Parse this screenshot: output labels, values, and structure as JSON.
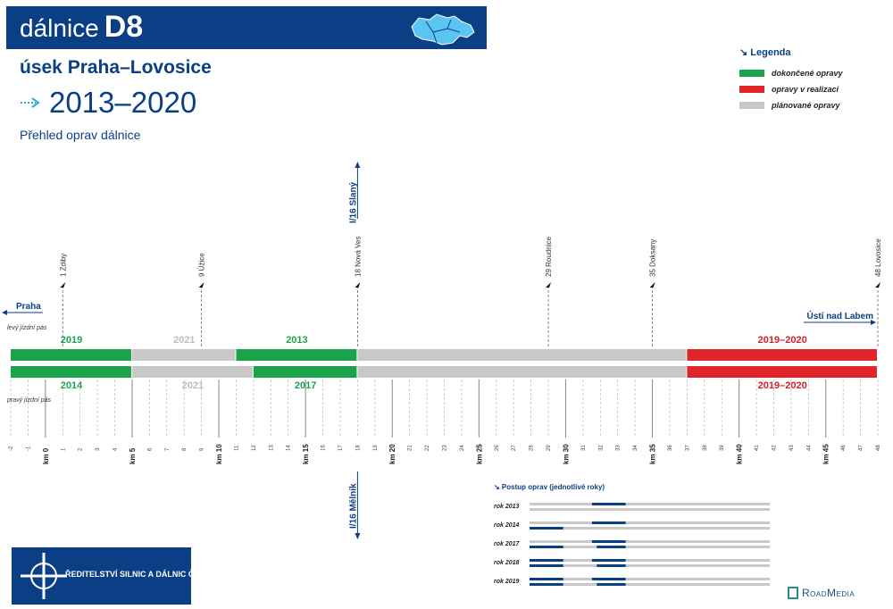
{
  "header": {
    "prefix": "dálnice",
    "road": "D8"
  },
  "subtitle": "úsek Praha–Lovosice",
  "years": "2013–2020",
  "overview": "Přehled oprav dálnice",
  "legend": {
    "title": "Legenda",
    "items": [
      {
        "label": "dokončené opravy",
        "color": "#1aa34a"
      },
      {
        "label": "opravy v realizaci",
        "color": "#e2242b"
      },
      {
        "label": "plánované opravy",
        "color": "#c8c8c8"
      }
    ]
  },
  "colors": {
    "done": "#1aa34a",
    "active": "#e2242b",
    "planned": "#c8c8c8",
    "blue": "#0a3e85"
  },
  "directions": {
    "left": "Praha",
    "right": "Ústí nad Labem",
    "up_road": "I/16 Slaný",
    "down_road": "I/16 Mělník"
  },
  "carriageways": {
    "left": "levý jízdní pás",
    "right": "pravý jízdní pás"
  },
  "chart_data": {
    "type": "timeline",
    "km_range": [
      -2,
      48
    ],
    "ticks": [
      -2,
      -1,
      0,
      1,
      2,
      3,
      4,
      5,
      6,
      7,
      8,
      9,
      10,
      11,
      12,
      13,
      14,
      15,
      16,
      17,
      18,
      19,
      20,
      21,
      22,
      23,
      24,
      25,
      26,
      27,
      28,
      29,
      30,
      31,
      32,
      33,
      34,
      35,
      36,
      37,
      38,
      39,
      40,
      41,
      42,
      43,
      44,
      45,
      46,
      47,
      48
    ],
    "major_ticks": [
      0,
      5,
      10,
      15,
      20,
      25,
      30,
      35,
      40,
      45
    ],
    "major_label_prefix": "km ",
    "exits": [
      {
        "km": 1,
        "label": "1  Zdiby"
      },
      {
        "km": 9,
        "label": "9  Úžice"
      },
      {
        "km": 18,
        "label": "18  Nová Ves"
      },
      {
        "km": 29,
        "label": "29  Roudnice"
      },
      {
        "km": 35,
        "label": "35  Doksany"
      },
      {
        "km": 48,
        "label": "48  Lovosice"
      }
    ],
    "left_lane": [
      {
        "from": -2,
        "to": 5.0,
        "status": "done",
        "label": "2019"
      },
      {
        "from": 5.0,
        "to": 11.0,
        "status": "planned",
        "label": "2021"
      },
      {
        "from": 11.0,
        "to": 18.0,
        "status": "done",
        "label": "2013"
      },
      {
        "from": 18.0,
        "to": 37.0,
        "status": "planned",
        "label": ""
      },
      {
        "from": 37.0,
        "to": 48,
        "status": "active",
        "label": "2019–2020"
      }
    ],
    "right_lane": [
      {
        "from": -2,
        "to": 5.0,
        "status": "done",
        "label": "2014"
      },
      {
        "from": 5.0,
        "to": 12.0,
        "status": "planned",
        "label": "2021"
      },
      {
        "from": 12.0,
        "to": 18.0,
        "status": "done",
        "label": "2017"
      },
      {
        "from": 18.0,
        "to": 37.0,
        "status": "planned",
        "label": ""
      },
      {
        "from": 37.0,
        "to": 48,
        "status": "active",
        "label": "2019–2020"
      }
    ],
    "progress": {
      "title": "Postup oprav (jednotlivé roky)",
      "rows": [
        {
          "label": "rok 2013",
          "top": [
            [
              0.26,
              0.4
            ]
          ],
          "bottom": []
        },
        {
          "label": "rok 2014",
          "top": [
            [
              0.26,
              0.4
            ]
          ],
          "bottom": [
            [
              0.0,
              0.14
            ]
          ]
        },
        {
          "label": "rok 2017",
          "top": [
            [
              0.26,
              0.4
            ]
          ],
          "bottom": [
            [
              0.0,
              0.14
            ],
            [
              0.28,
              0.4
            ]
          ]
        },
        {
          "label": "rok 2018",
          "top": [
            [
              0.0,
              0.14
            ],
            [
              0.26,
              0.4
            ]
          ],
          "bottom": [
            [
              0.0,
              0.14
            ],
            [
              0.28,
              0.4
            ]
          ]
        },
        {
          "label": "rok 2019",
          "top": [
            [
              0.0,
              0.14
            ],
            [
              0.26,
              0.4
            ]
          ],
          "bottom": [
            [
              0.0,
              0.14
            ],
            [
              0.28,
              0.4
            ]
          ]
        }
      ]
    }
  },
  "footer": {
    "org": "ŘEDITELSTVÍ SILNIC A DÁLNIC ČR",
    "brand": "RoadMedia"
  }
}
